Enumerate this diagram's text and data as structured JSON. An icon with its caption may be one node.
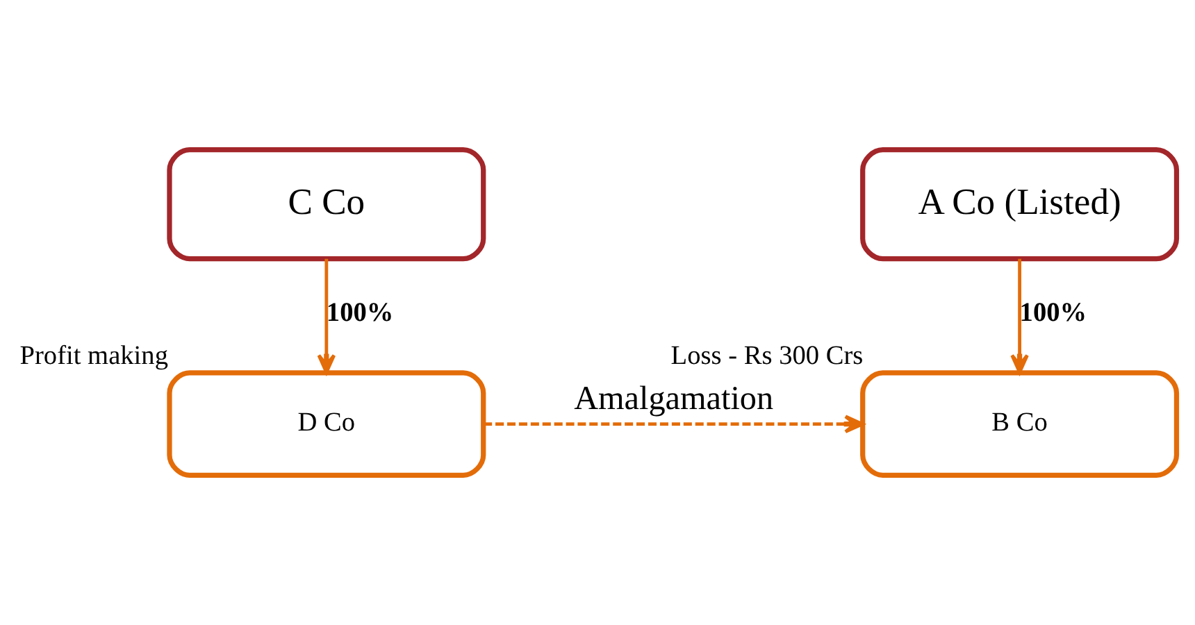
{
  "diagram": {
    "nodes": [
      {
        "text": [
          "C Co"
        ]
      },
      {
        "text": [
          "A Co (Listed)"
        ]
      },
      {
        "text": [
          "D Co"
        ],
        "beside": [
          "Profit making"
        ]
      },
      {
        "text": [
          "B Co"
        ],
        "beside": [
          "Loss - Rs 300 Crs"
        ]
      }
    ],
    "edges": [
      {
        "from": 0,
        "to": 2,
        "arrow": "to",
        "label": "100%"
      },
      {
        "from": 1,
        "to": 3,
        "arrow": "to",
        "label": "100%"
      },
      {
        "from": 2,
        "to": 3,
        "arrow": "to",
        "style": "dashed",
        "label": "Amalgamation"
      }
    ]
  }
}
